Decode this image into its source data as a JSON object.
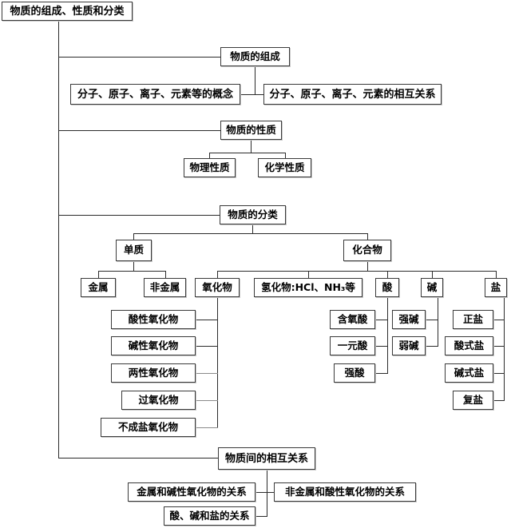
{
  "diagram": {
    "title": "物质的组成、性质和分类",
    "type": "tree-diagram",
    "language": "zh-CN",
    "nodes": {
      "root": "物质的组成、性质和分类",
      "composition": "物质的组成",
      "composition_concepts": "分子、原子、离子、元素等的概念",
      "composition_relations": "分子、原子、离子、元素的相互关系",
      "properties": "物质的性质",
      "physical_property": "物理性质",
      "chemical_property": "化学性质",
      "classification": "物质的分类",
      "element_substance": "单质",
      "compound": "化合物",
      "metal": "金属",
      "nonmetal": "非金属",
      "oxide": "氧化物",
      "hydride": "氢化物:HCl、NH₃等",
      "acid": "酸",
      "base": "碱",
      "salt": "盐",
      "acidic_oxide": "酸性氧化物",
      "basic_oxide": "碱性氧化物",
      "amphoteric_oxide": "两性氧化物",
      "peroxide": "过氧化物",
      "nonsalt_oxide": "不成盐氧化物",
      "oxyacid": "含氧酸",
      "monobasic_acid": "一元酸",
      "strong_acid": "强酸",
      "strong_base": "强碱",
      "weak_base": "弱碱",
      "normal_salt": "正盐",
      "acid_salt": "酸式盐",
      "basic_salt": "碱式盐",
      "double_salt": "复盐",
      "interrelation": "物质间的相互关系",
      "metal_basic_oxide_relation": "金属和碱性氧化物的关系",
      "nonmetal_acidic_oxide_relation": "非金属和酸性氧化物的关系",
      "acid_base_salt_relation": "酸、碱和盐的关系"
    },
    "colors": {
      "background": "#ffffff",
      "box_border": "#3a3a3a",
      "box_shadow": "#c9c9c9",
      "connector": "#2b2b2b",
      "text": "#000000"
    }
  }
}
